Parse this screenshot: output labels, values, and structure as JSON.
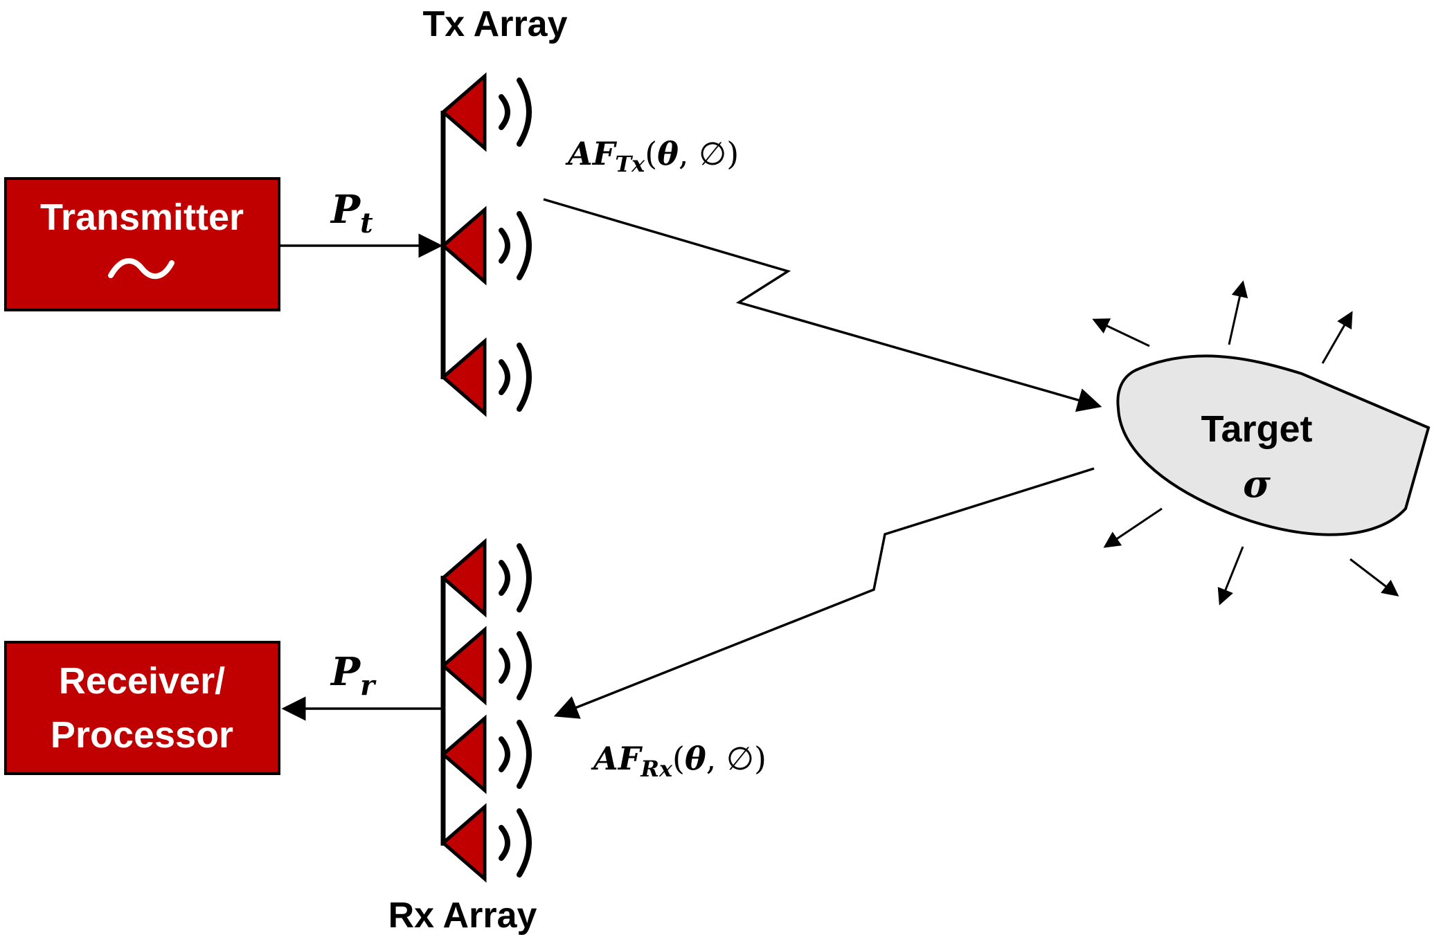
{
  "colors": {
    "block_fill": "#c00000",
    "block_text": "#ffffff",
    "line": "#000000",
    "target_fill": "#e6e6e6"
  },
  "tx_array": {
    "label": "Tx Array",
    "element_count": 3
  },
  "rx_array": {
    "label": "Rx Array",
    "element_count": 4
  },
  "transmitter": {
    "label": "Transmitter",
    "symbol": "~"
  },
  "receiver": {
    "line1": "Receiver/",
    "line2": "Processor"
  },
  "target": {
    "label": "Target",
    "symbol": "σ"
  },
  "signals": {
    "transmit_power": {
      "base": "P",
      "sub": "t"
    },
    "receive_power": {
      "base": "P",
      "sub": "r"
    },
    "tx_array_factor": {
      "base": "AF",
      "sub": "Tx",
      "open": "(",
      "theta": "θ",
      "sep": ", ",
      "phi": "∅",
      "close": ")"
    },
    "rx_array_factor": {
      "base": "AF",
      "sub": "Rx",
      "open": "(",
      "theta": "θ",
      "sep": ", ",
      "phi": "∅",
      "close": ")"
    }
  },
  "icons": [
    "antenna-horn-icon",
    "radiation-wave-icon",
    "arrow-head-icon",
    "lightning-path-icon",
    "scatter-arrow-icon"
  ]
}
